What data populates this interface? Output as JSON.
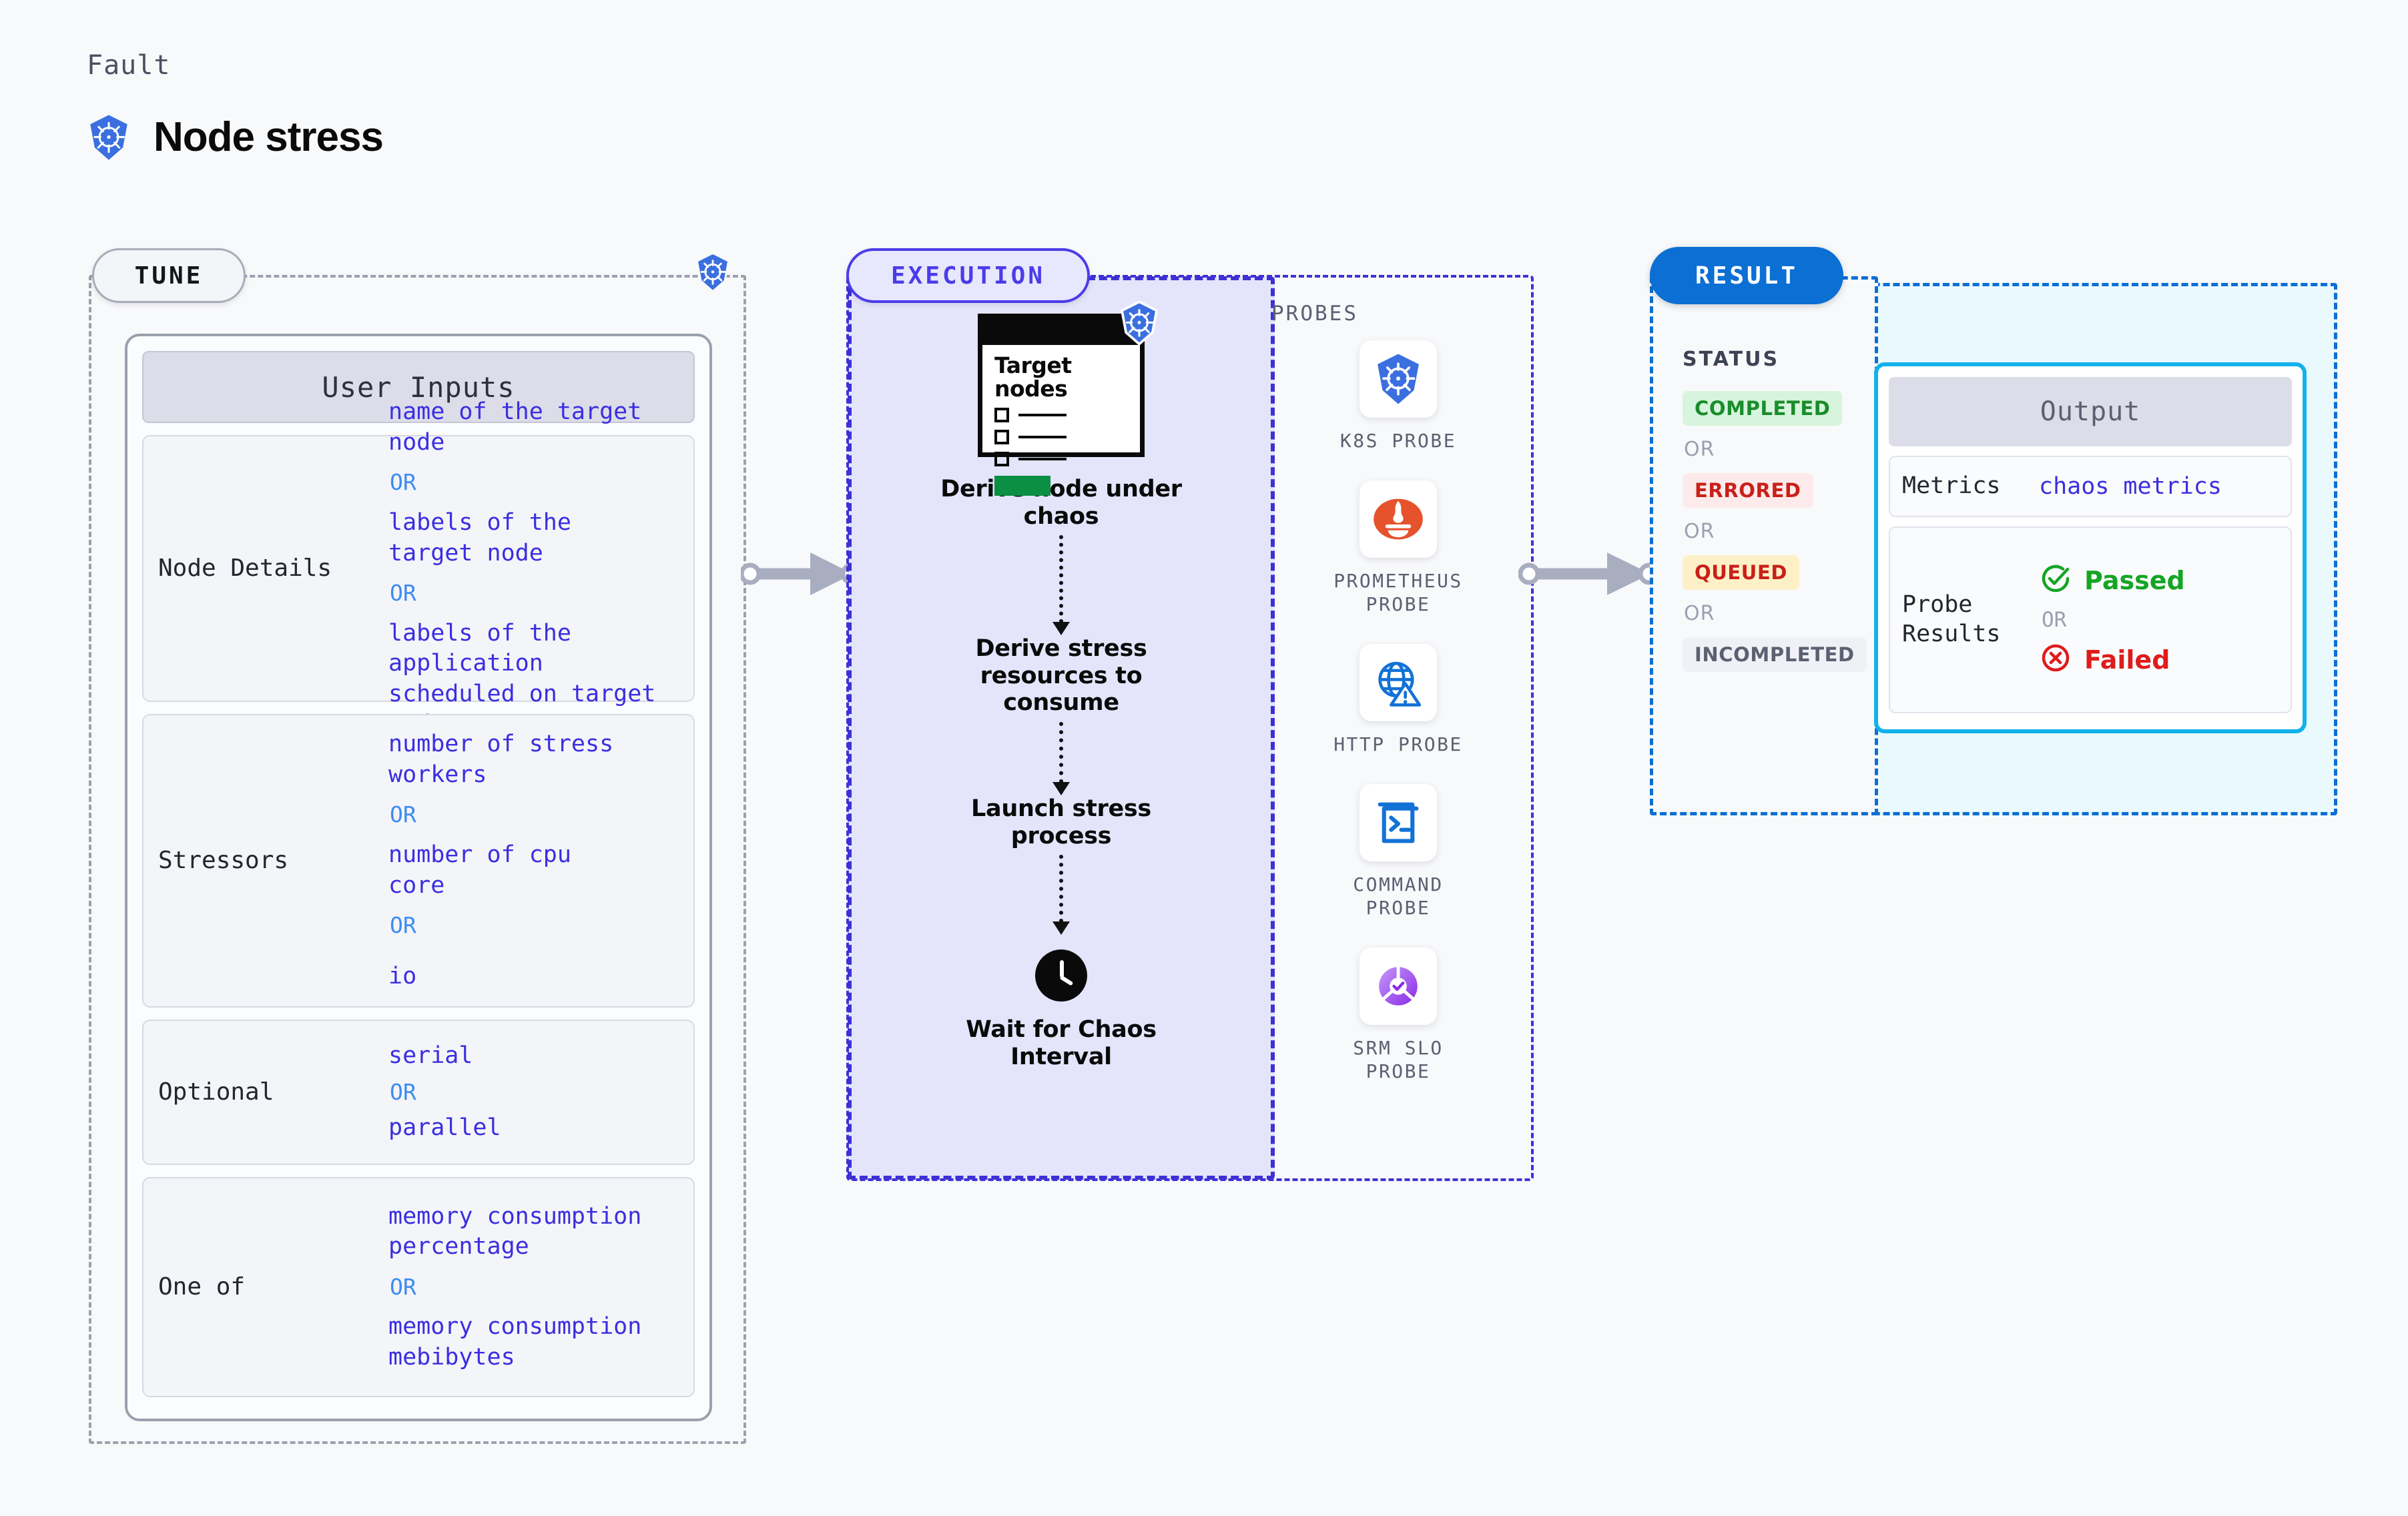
{
  "header": {
    "fault_label": "Fault",
    "title": "Node stress",
    "icon": "kubernetes-icon"
  },
  "tune": {
    "pill_label": "TUNE",
    "corner_icon": "kubernetes-icon",
    "card_title": "User Inputs",
    "rows": [
      {
        "key": "Node Details",
        "values": [
          "name of the target\nnode",
          "labels of the\ntarget node",
          "labels of the application\n scheduled on target node"
        ],
        "separator": "OR"
      },
      {
        "key": "Stressors",
        "values": [
          "number of stress\nworkers",
          "number of cpu\ncore",
          "io"
        ],
        "separator": "OR"
      },
      {
        "key": "Optional",
        "values": [
          "serial",
          "parallel"
        ],
        "separator": "OR"
      },
      {
        "key": "One of",
        "values": [
          "memory consumption\npercentage",
          "memory consumption\nmebibytes"
        ],
        "separator": "OR"
      }
    ]
  },
  "execution": {
    "pill_label": "EXECUTION",
    "card": {
      "title": "Target\nnodes",
      "icon": "kubernetes-icon",
      "checkbox_count": 3
    },
    "steps": [
      "Derive node under chaos",
      "Derive stress resources to consume",
      "Launch stress process",
      "Wait for Chaos Interval"
    ],
    "wait_icon": "clock-icon"
  },
  "probes": {
    "title": "PROBES",
    "items": [
      {
        "name": "K8S PROBE",
        "icon": "kubernetes-icon"
      },
      {
        "name": "PROMETHEUS\nPROBE",
        "icon": "prometheus-icon"
      },
      {
        "name": "HTTP PROBE",
        "icon": "globe-warning-icon"
      },
      {
        "name": "COMMAND\nPROBE",
        "icon": "terminal-icon"
      },
      {
        "name": "SRM SLO\nPROBE",
        "icon": "slo-gauge-icon"
      }
    ]
  },
  "result": {
    "pill_label": "RESULT",
    "status_title": "STATUS",
    "separator": "OR",
    "statuses": [
      {
        "label": "COMPLETED",
        "style": "completed"
      },
      {
        "label": "ERRORED",
        "style": "errored"
      },
      {
        "label": "QUEUED",
        "style": "queued"
      },
      {
        "label": "INCOMPLETED",
        "style": "incompleted"
      }
    ],
    "output": {
      "title": "Output",
      "metrics_key": "Metrics",
      "metrics_value": "chaos metrics",
      "probe_results_key": "Probe\nResults",
      "passed_label": "Passed",
      "failed_label": "Failed",
      "passed_icon": "check-circle-icon",
      "failed_icon": "x-circle-icon",
      "separator": "OR"
    }
  },
  "colors": {
    "background": "#f8f9fb",
    "k8s_blue": "#3b6fe0",
    "exec_purple": "#3d31d6",
    "exec_fill": "#e4e5fb",
    "result_blue": "#0b6fd4",
    "output_cyan": "#12b1eb",
    "output_fill": "#eaf9fe",
    "value_blue": "#3b2ee0",
    "or_blue": "#3d8bf2",
    "connector_grey": "#a9adc0"
  }
}
